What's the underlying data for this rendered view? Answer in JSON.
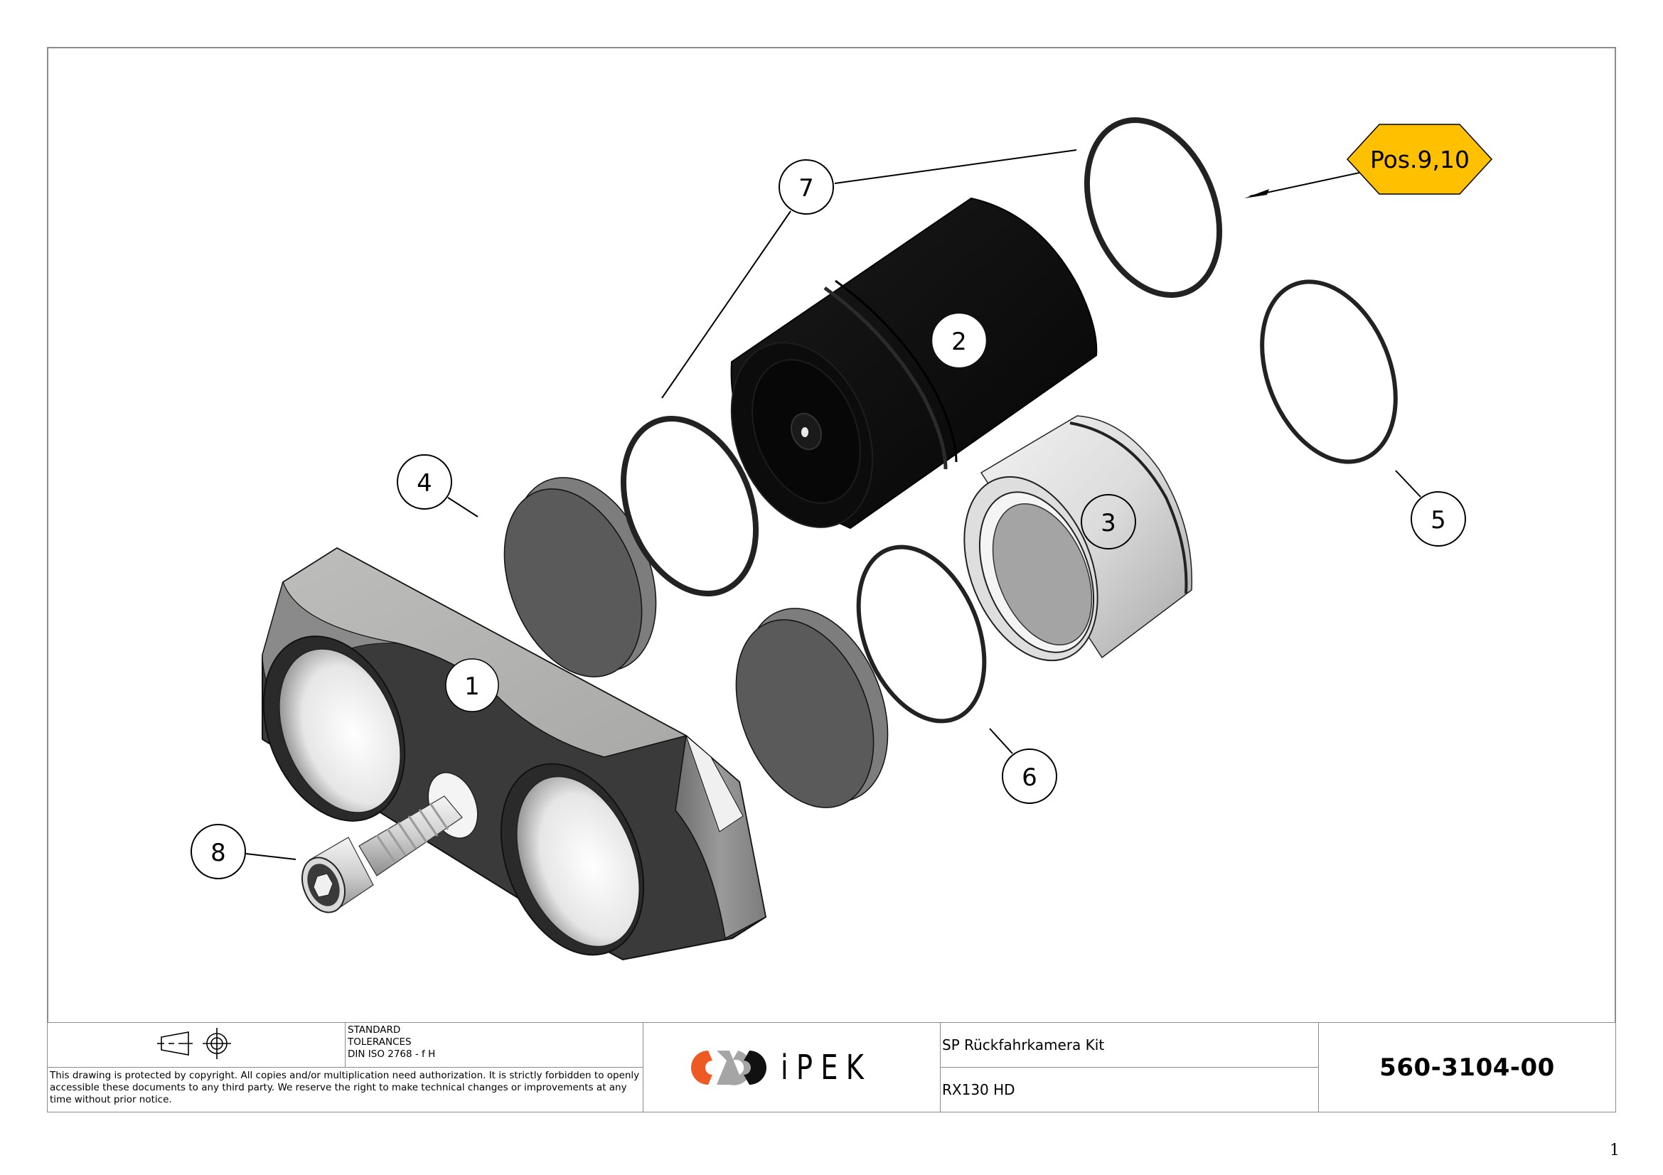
{
  "drawing": {
    "view": "exploded-isometric-assembly",
    "badge": {
      "label": "Pos.9,10",
      "fill": "#FFC000",
      "stroke": "#000000"
    },
    "balloons": [
      {
        "id": "1",
        "label": "1",
        "part": "mounting-bracket"
      },
      {
        "id": "2",
        "label": "2",
        "part": "camera-body"
      },
      {
        "id": "3",
        "label": "3",
        "part": "lens-sleeve"
      },
      {
        "id": "4",
        "label": "4",
        "part": "glass-window"
      },
      {
        "id": "5",
        "label": "5",
        "part": "o-ring"
      },
      {
        "id": "6",
        "label": "6",
        "part": "o-ring"
      },
      {
        "id": "7",
        "label": "7",
        "part": "o-ring"
      },
      {
        "id": "8",
        "label": "8",
        "part": "socket-head-cap-screw"
      }
    ]
  },
  "title_block": {
    "projection_symbol": "first-angle-projection-icon",
    "standard_line1": "STANDARD",
    "standard_line2": "TOLERANCES",
    "standard_line3": "DIN ISO 2768 - f H",
    "copyright_text": "This drawing is protected by copyright. All copies and/or multiplication need authorization. It is strictly forbidden to openly accessible these documents to any third party. We reserve the right to make technical changes or improvements at any time without prior notice.",
    "logo_text": "iPEK",
    "logo_colors": {
      "orange": "#EE5A24",
      "grey": "#A0A0A0",
      "black": "#111111"
    },
    "title": "SP Rückfahrkamera Kit",
    "subtitle": "RX130 HD",
    "drawing_number": "560-3104-00"
  },
  "page": {
    "number": "1"
  }
}
